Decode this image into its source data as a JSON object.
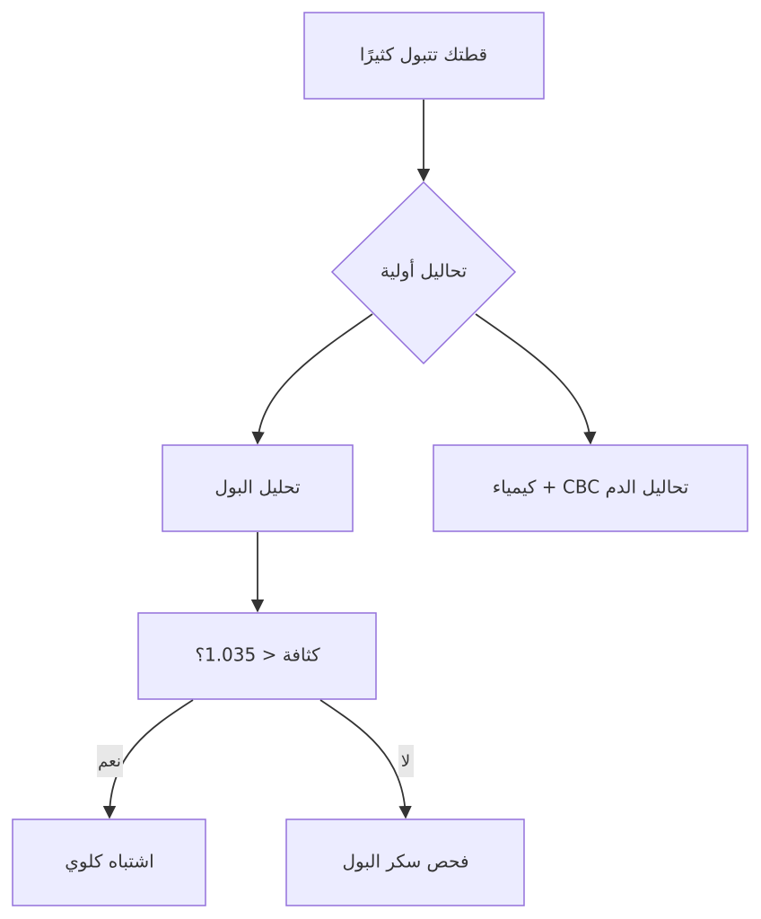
{
  "diagram": {
    "type": "flowchart",
    "colors": {
      "node_fill": "#ECECFF",
      "node_stroke": "#9370DB",
      "edge": "#333333",
      "label_bg": "#e8e8e8"
    },
    "nodes": {
      "start": "قطتك تتبول كثيرًا",
      "initial_tests": "تحاليل أولية",
      "urinalysis": "تحليل البول",
      "blood_tests": "كيمياء + CBC تحاليل الدم",
      "density": "كثافة < 1.035؟",
      "kidney": "اشتباه كلوي",
      "glucose": "فحص سكر البول"
    },
    "edges": [
      {
        "from": "start",
        "to": "initial_tests",
        "label": ""
      },
      {
        "from": "initial_tests",
        "to": "urinalysis",
        "label": ""
      },
      {
        "from": "initial_tests",
        "to": "blood_tests",
        "label": ""
      },
      {
        "from": "urinalysis",
        "to": "density",
        "label": ""
      },
      {
        "from": "density",
        "to": "kidney",
        "label": "نعم"
      },
      {
        "from": "density",
        "to": "glucose",
        "label": "لا"
      }
    ]
  }
}
